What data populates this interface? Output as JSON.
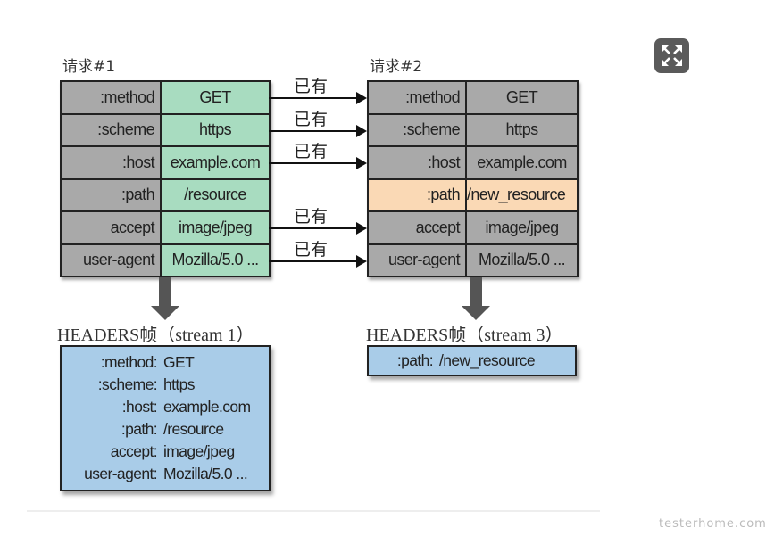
{
  "request1": {
    "title": "请求#1",
    "rows": [
      {
        "key": ":method",
        "value": "GET"
      },
      {
        "key": ":scheme",
        "value": "https"
      },
      {
        "key": ":host",
        "value": "example.com"
      },
      {
        "key": ":path",
        "value": "/resource"
      },
      {
        "key": "accept",
        "value": "image/jpeg"
      },
      {
        "key": "user-agent",
        "value": "Mozilla/5.0 ..."
      }
    ]
  },
  "request2": {
    "title": "请求#2",
    "rows": [
      {
        "key": ":method",
        "value": "GET"
      },
      {
        "key": ":scheme",
        "value": "https"
      },
      {
        "key": ":host",
        "value": "example.com"
      },
      {
        "key": ":path",
        "value": "/new_resource",
        "changed": true
      },
      {
        "key": "accept",
        "value": "image/jpeg"
      },
      {
        "key": "user-agent",
        "value": "Mozilla/5.0 ..."
      }
    ]
  },
  "existing_label": "已有",
  "existing_rows": [
    0,
    1,
    2,
    4,
    5
  ],
  "frame1": {
    "title": "HEADERS帧（stream 1）",
    "lines": [
      {
        "key": ":method:",
        "value": "GET"
      },
      {
        "key": ":scheme:",
        "value": "https"
      },
      {
        "key": ":host:",
        "value": "example.com"
      },
      {
        "key": ":path:",
        "value": "/resource"
      },
      {
        "key": "accept:",
        "value": "image/jpeg"
      },
      {
        "key": "user-agent:",
        "value": "Mozilla/5.0 ..."
      }
    ]
  },
  "frame3": {
    "title": "HEADERS帧（stream 3）",
    "lines": [
      {
        "key": ":path:",
        "value": "/new_resource"
      }
    ]
  },
  "colors": {
    "key_cell": "#a9a9a9",
    "request1_value": "#a8dcc0",
    "unchanged_value": "#a9a9a9",
    "changed_row": "#fad9b5",
    "frame": "#a9cce8"
  },
  "expand_icon": "expand-arrows-icon",
  "watermark": "testerhome.com"
}
